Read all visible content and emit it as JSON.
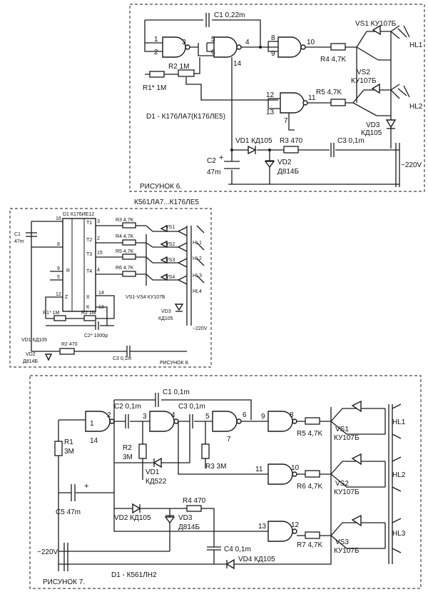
{
  "fig6": {
    "c1": "C1 0,22m",
    "r2": "R2 1M",
    "r1": "R1* 1M",
    "r4": "R4 4,7K",
    "r5": "R5 4,7K",
    "r3": "R3 470",
    "c3": "C3 0,1m",
    "c2": "C2",
    "c2v": "47m",
    "vs1": "VS1 КУ107Б",
    "vs2": "VS2",
    "vs2t": "КУ107Б",
    "vd3": "VD3",
    "vd3t": "КД105",
    "vd1": "VD1 КД105",
    "vd2": "VD2",
    "vd2t": "Д814Б",
    "hl1": "HL1",
    "hl2": "HL2",
    "d1": "D1 - К176ЛА7(К176ЛЕ5)",
    "caption": "РИСУНОК 6.",
    "under": "К561ЛА7...К176ЛЕ5",
    "mains": "~220V",
    "pins": [
      "1",
      "2",
      "3",
      "5",
      "6",
      "4",
      "8",
      "9",
      "10",
      "12",
      "13",
      "11",
      "14",
      "7"
    ]
  },
  "fig8": {
    "d1": "D1 К176ИЕ12",
    "c1": "C1",
    "c1v": "47m",
    "r3": "R3 4,7K",
    "r4": "R4 4,7K",
    "r5": "R5 4,7K",
    "r6": "R6 4,7K",
    "vs1": "VS1",
    "vs2": "VS2",
    "vs3": "VS3",
    "vs4": "VS4",
    "hl1": "HL1",
    "hl2": "HL2",
    "hl3": "HL3",
    "hl4": "HL4",
    "vsall": "VS1-VS4 КУ107Б",
    "vd3": "VD3",
    "vd3t": "КД105",
    "r1": "R1* 1M",
    "r2": "R2 1M",
    "c2": "C2* 1000p",
    "vd1": "VD1 КД105",
    "vd2": "VD2",
    "vd2t": "Д814Б",
    "r2b": "R2 470",
    "c3": "C3 0,1m",
    "mains": "~220V",
    "caption": "РИСУНОК 8.",
    "pins": [
      "16",
      "8",
      "9",
      "5",
      "12",
      "13",
      "14",
      "3",
      "2",
      "15",
      "4"
    ],
    "tl": [
      "T1",
      "T2",
      "T3",
      "T4",
      "R",
      "Z",
      "X",
      "K"
    ]
  },
  "fig7": {
    "c1": "C1 0,1m",
    "c2": "C2 0,1m",
    "c3": "C3 0,1m",
    "r1": "R1",
    "r1v": "3M",
    "r2": "R2",
    "r2v": "3M",
    "r3": "R3 3M",
    "vd1": "VD1",
    "vd1t": "КД522",
    "c5": "C5 47m",
    "vd2": "VD2 КД105",
    "r4": "R4 470",
    "vd3": "VD3",
    "vd3t": "Д814Б",
    "c4": "C4 0,1m",
    "vd4": "VD4 КД105",
    "r5": "R5 4,7K",
    "r6": "R6 4,7K",
    "r7": "R7 4,7K",
    "vs1": "VS1",
    "vs1t": "КУ107Б",
    "vs2": "VS2",
    "vs2t": "КУ107Б",
    "vs3": "VS3",
    "vs3t": "КУ107Б",
    "hl1": "HL1",
    "hl2": "HL2",
    "hl3": "HL3",
    "mains": "~220V",
    "d1": "D1 - К561ЛН2",
    "caption": "РИСУНОК 7.",
    "pins": [
      "1",
      "2",
      "3",
      "4",
      "5",
      "6",
      "9",
      "8",
      "14",
      "7",
      "11",
      "10",
      "13",
      "12"
    ]
  }
}
